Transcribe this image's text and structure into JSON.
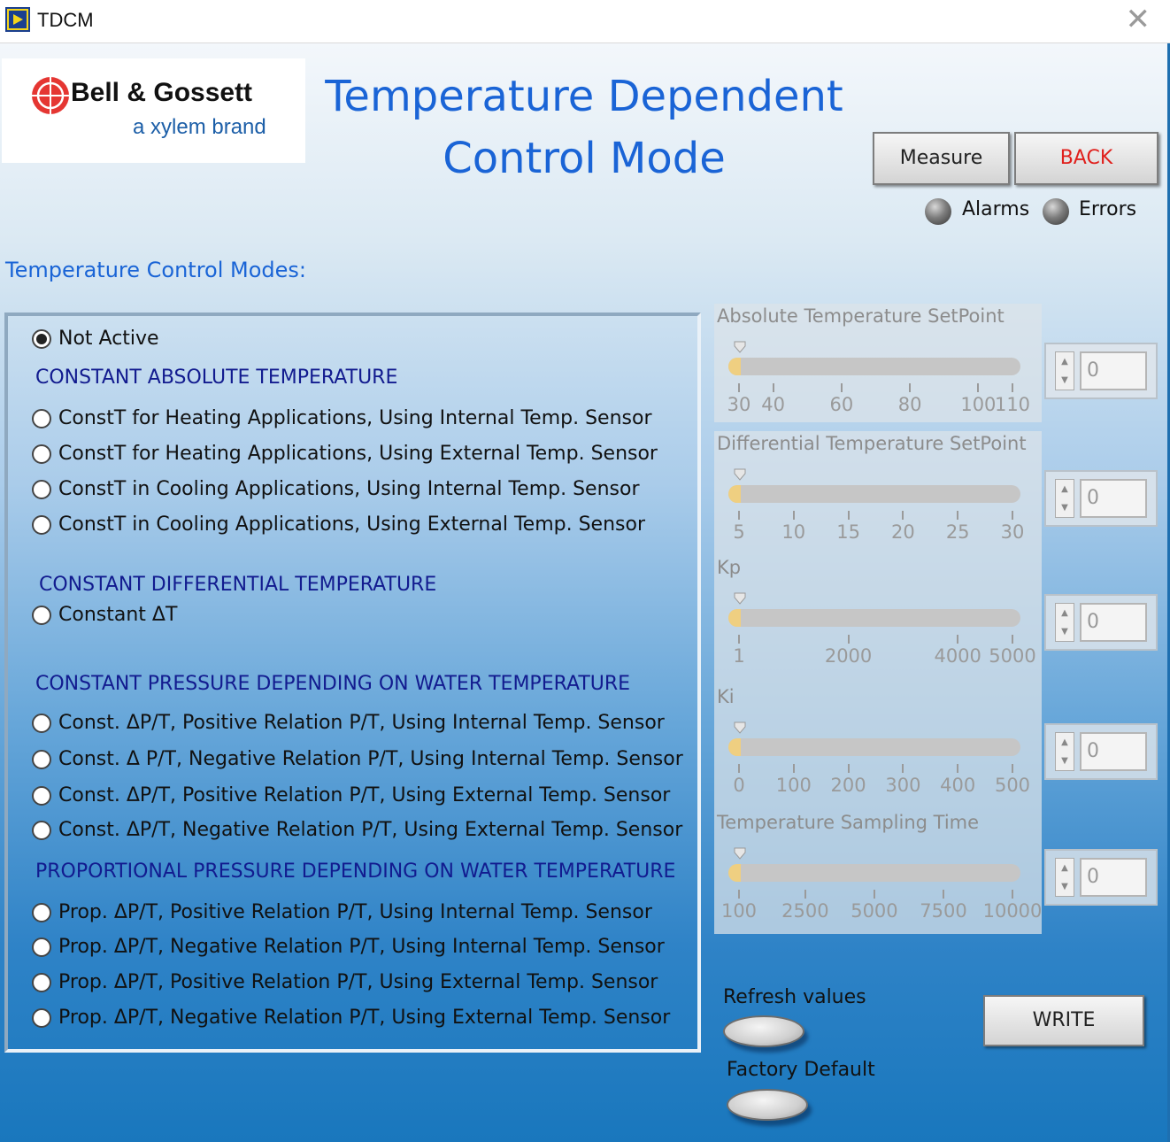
{
  "window": {
    "title": "TDCM",
    "close_glyph": "✕"
  },
  "logo": {
    "name": "Bell & Gossett",
    "tagline": "a xylem brand"
  },
  "header": {
    "title_line1": "Temperature Dependent",
    "title_line2": "Control Mode"
  },
  "buttons": {
    "measure": "Measure",
    "back": "BACK",
    "write": "WRITE"
  },
  "indicators": {
    "alarms": "Alarms",
    "errors": "Errors"
  },
  "modes": {
    "label": "Temperature Control Modes:",
    "not_active": "Not Active",
    "section_abs": "CONSTANT ABSOLUTE TEMPERATURE",
    "abs": [
      "ConstT for Heating Applications, Using Internal Temp. Sensor",
      "ConstT for Heating Applications, Using External Temp. Sensor",
      "ConstT in Cooling Applications, Using Internal Temp. Sensor",
      "ConstT in Cooling Applications, Using External Temp. Sensor"
    ],
    "section_diff": "CONSTANT DIFFERENTIAL TEMPERATURE",
    "diff": [
      "Constant ΔT"
    ],
    "section_const_p": "CONSTANT PRESSURE DEPENDING ON WATER TEMPERATURE",
    "const_p": [
      "Const. ΔP/T, Positive Relation P/T, Using Internal Temp. Sensor",
      "Const. Δ P/T, Negative Relation P/T, Using Internal Temp. Sensor",
      "Const. ΔP/T, Positive Relation P/T, Using External Temp. Sensor",
      "Const. ΔP/T, Negative Relation P/T, Using External Temp. Sensor"
    ],
    "section_prop_p": "PROPORTIONAL PRESSURE DEPENDING ON WATER TEMPERATURE",
    "prop_p": [
      "Prop. ΔP/T, Positive Relation P/T, Using Internal Temp. Sensor",
      "Prop. ΔP/T, Negative Relation P/T, Using Internal Temp. Sensor",
      "Prop. ΔP/T, Positive Relation P/T, Using External Temp. Sensor",
      "Prop. ΔP/T, Negative Relation P/T, Using External Temp. Sensor"
    ],
    "selected": "not_active"
  },
  "sliders": [
    {
      "title": "Absolute Temperature SetPoint",
      "min": 30,
      "max": 110,
      "ticks": [
        30,
        40,
        60,
        80,
        100,
        110
      ],
      "value": 0,
      "display": "0"
    },
    {
      "title": "Differential Temperature SetPoint",
      "min": 5,
      "max": 30,
      "ticks": [
        5,
        10,
        15,
        20,
        25,
        30
      ],
      "value": 0,
      "display": "0"
    },
    {
      "title": "Kp",
      "min": 1,
      "max": 5000,
      "ticks": [
        1,
        2000,
        4000,
        5000
      ],
      "value": 0,
      "display": "0"
    },
    {
      "title": "Ki",
      "min": 0,
      "max": 500,
      "ticks": [
        0,
        100,
        200,
        300,
        400,
        500
      ],
      "value": 0,
      "display": "0"
    },
    {
      "title": "Temperature Sampling Time",
      "min": 100,
      "max": 10000,
      "ticks": [
        100,
        2500,
        5000,
        7500,
        10000
      ],
      "value": 0,
      "display": "0"
    }
  ],
  "actions": {
    "refresh": "Refresh values",
    "factory": "Factory Default"
  },
  "colors": {
    "title_blue": "#1a64d6",
    "section_navy": "#121b8f",
    "back_red": "#e0201c",
    "slider_fill": "#efcf81"
  }
}
